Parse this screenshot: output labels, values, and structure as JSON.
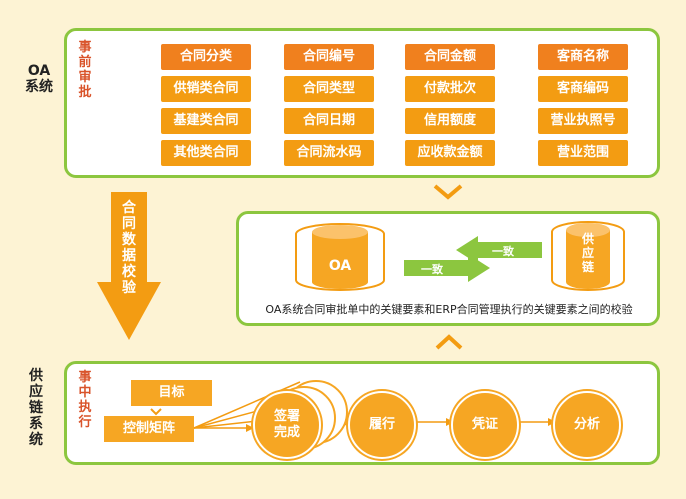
{
  "oa_system": {
    "name": "OA\n系统",
    "stage": "事\n前\n审\n批"
  },
  "supply_system": {
    "name": "供\n应\n链\n系\n统",
    "stage": "事\n中\n执\n行"
  },
  "table": {
    "columns": [
      {
        "header": "合同分类",
        "items": [
          "供销类合同",
          "基建类合同",
          "其他类合同"
        ]
      },
      {
        "header": "合同编号",
        "items": [
          "合同类型",
          "合同日期",
          "合同流水码"
        ]
      },
      {
        "header": "合同金额",
        "items": [
          "付款批次",
          "信用额度",
          "应收款金额"
        ]
      },
      {
        "header": "客商名称",
        "items": [
          "客商编码",
          "营业执照号",
          "营业范围"
        ]
      }
    ]
  },
  "validation": {
    "left_db": "OA",
    "right_db": "供\n应\n链",
    "arrow_top": "一致",
    "arrow_bottom": "一致",
    "caption": "OA系统合同审批单中的关键要素和ERP合同管理执行的关键要素之间的校验"
  },
  "big_arrow_label": "合\n同\n数\n据\n校\n验",
  "flow": {
    "goal": "目标",
    "control": "控制矩阵",
    "steps": [
      "签署\n完成",
      "履行",
      "凭证",
      "分析"
    ]
  },
  "colors": {
    "accent": "#f39c12",
    "panel_border": "#8cc63f",
    "stage_red": "#d9532a",
    "background": "#fdf3d4"
  }
}
